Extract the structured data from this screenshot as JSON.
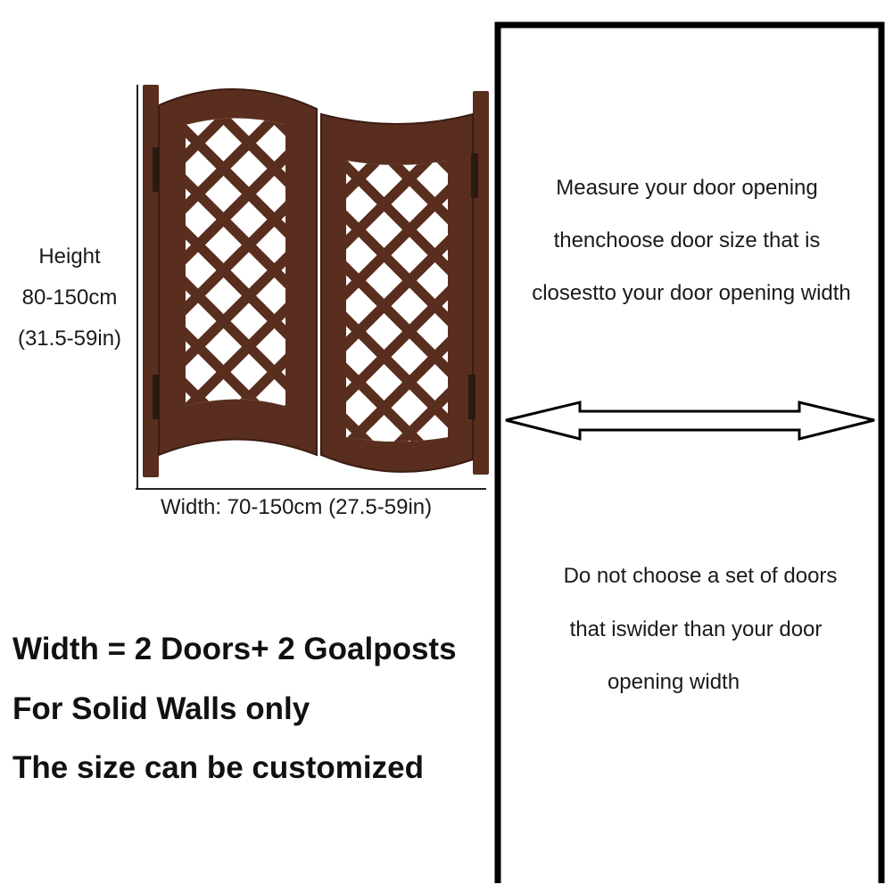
{
  "height_dimension": {
    "label": "Height",
    "cm": "80-150cm",
    "inches": "(31.5-59in)"
  },
  "width_dimension": {
    "text": "Width: 70-150cm (27.5-59in)"
  },
  "notes_top": [
    "Measure your door opening",
    "thenchoose door size that is",
    "closestto your door opening width"
  ],
  "notes_bottom": [
    "Do not choose a set of doors",
    "that iswider than your door",
    "opening width"
  ],
  "info_lines": [
    "Width = 2 Doors+ 2 Goalposts",
    "For Solid Walls only",
    "The size can be customized"
  ],
  "colors": {
    "wood": "#5a2e1e",
    "wood_dark": "#3b1c12",
    "frame": "#000000"
  },
  "icons": {
    "doors": "saloon-doors-illustration",
    "arrow": "double-headed-arrow-icon"
  }
}
